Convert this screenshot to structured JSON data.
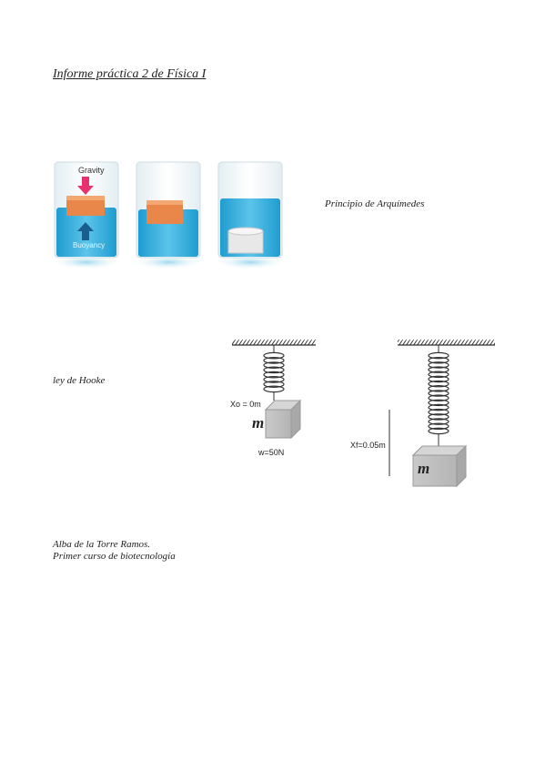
{
  "document": {
    "title": "Informe práctica 2 de Física I"
  },
  "archimedes": {
    "caption": "Principio de Arquímedes",
    "gravity_label": "Gravity",
    "buoyancy_label": "Buoyancy",
    "colors": {
      "water": "#29a8d6",
      "cube": "#e9874a",
      "gravity_arrow": "#e8326f",
      "buoyancy_arrow": "#1a5d8f"
    }
  },
  "hooke": {
    "caption": "ley de Hooke",
    "spring1": {
      "position_label": "Xo = 0m",
      "mass_label": "m",
      "weight_label": "w=50N"
    },
    "spring2": {
      "position_label": "Xf=0.05m",
      "mass_label": "m"
    }
  },
  "author": {
    "name": "Alba de la Torre Ramos.",
    "course": "Primer curso de biotecnología"
  }
}
